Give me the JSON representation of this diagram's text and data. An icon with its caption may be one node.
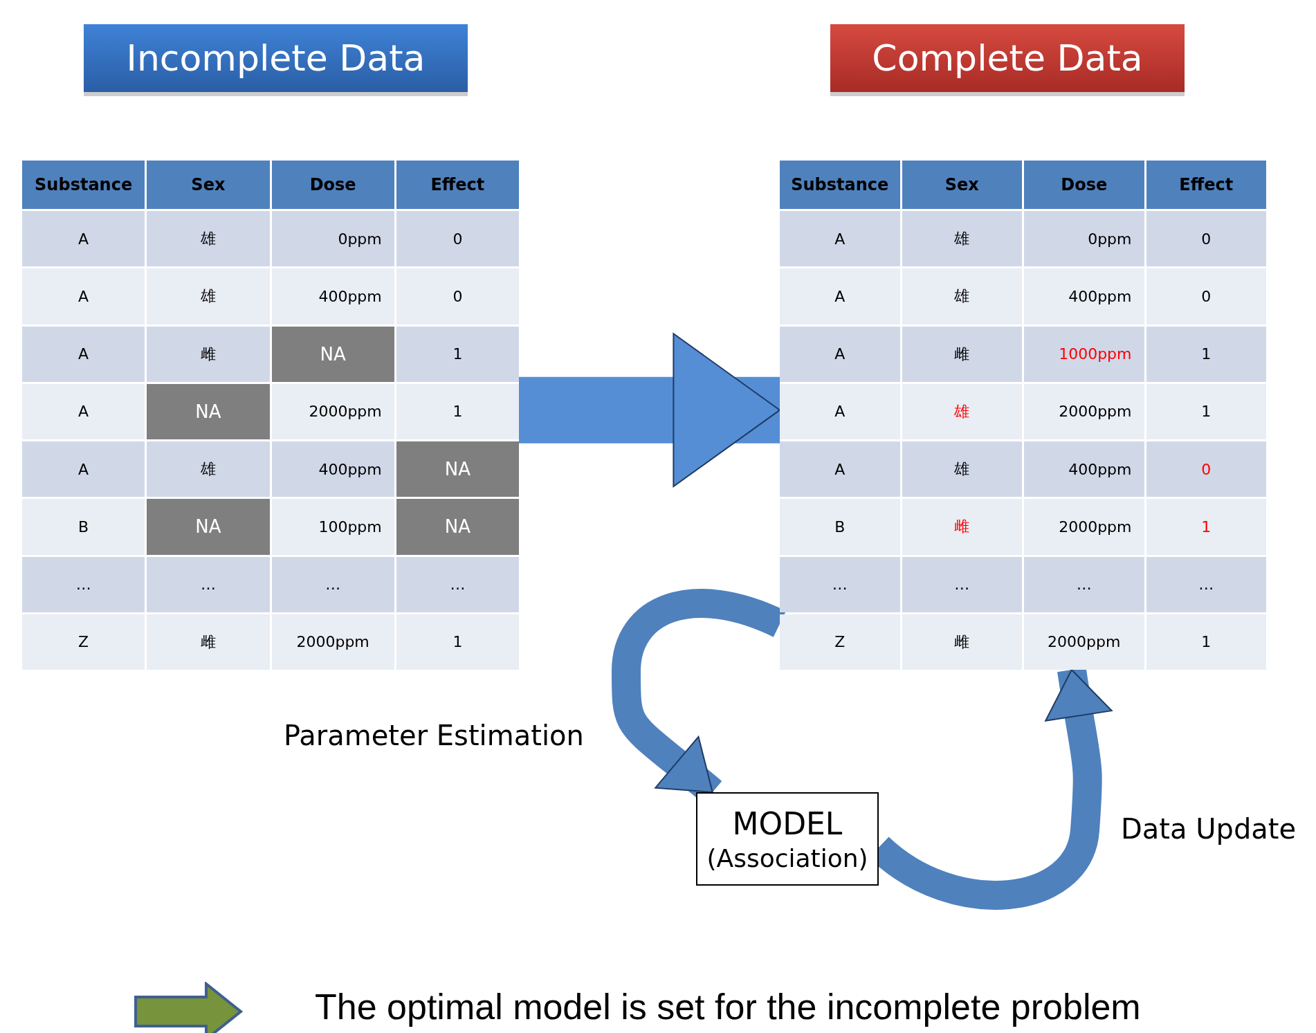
{
  "diagram": {
    "nodes": [
      {
        "text": [
          "Incomplete Data"
        ]
      },
      {
        "text": [
          "Complete Data"
        ]
      },
      {
        "text": [],
        "shape": "table"
      },
      {
        "text": [],
        "shape": "table"
      },
      {
        "text": [
          "MODEL",
          "(Association)"
        ]
      }
    ],
    "edges": [
      {
        "from": 2,
        "to": 3,
        "arrow": "to",
        "style": "thick"
      },
      {
        "from": 3,
        "to": 4,
        "arrow": "to",
        "label": "Parameter Estimation"
      },
      {
        "from": 4,
        "to": 3,
        "arrow": "to",
        "label": "Data Update"
      }
    ],
    "labels": [
      "Substance",
      "Sex",
      "Dose",
      "Effect",
      "A",
      "雄",
      "0ppm",
      "0",
      "A",
      "雄",
      "400ppm",
      "0",
      "A",
      "雌",
      "NA",
      "1",
      "A",
      "NA",
      "2000ppm",
      "1",
      "A",
      "雄",
      "400ppm",
      "NA",
      "B",
      "NA",
      "100ppm",
      "NA",
      "…",
      "…",
      "…",
      "…",
      "Z",
      "雌",
      "2000ppm",
      "1",
      "Substance",
      "Sex",
      "Dose",
      "Effect",
      "A",
      "雄",
      "0ppm",
      "0",
      "A",
      "雄",
      "400ppm",
      "0",
      "A",
      "雌",
      "1000ppm",
      "1",
      "A",
      "雄",
      "2000ppm",
      "1",
      "A",
      "雄",
      "400ppm",
      "0",
      "B",
      "雌",
      "2000ppm",
      "1",
      "…",
      "…",
      "…",
      "…",
      "Z",
      "雌",
      "2000ppm",
      "1",
      "The optimal model is set for the incomplete problem"
    ]
  }
}
